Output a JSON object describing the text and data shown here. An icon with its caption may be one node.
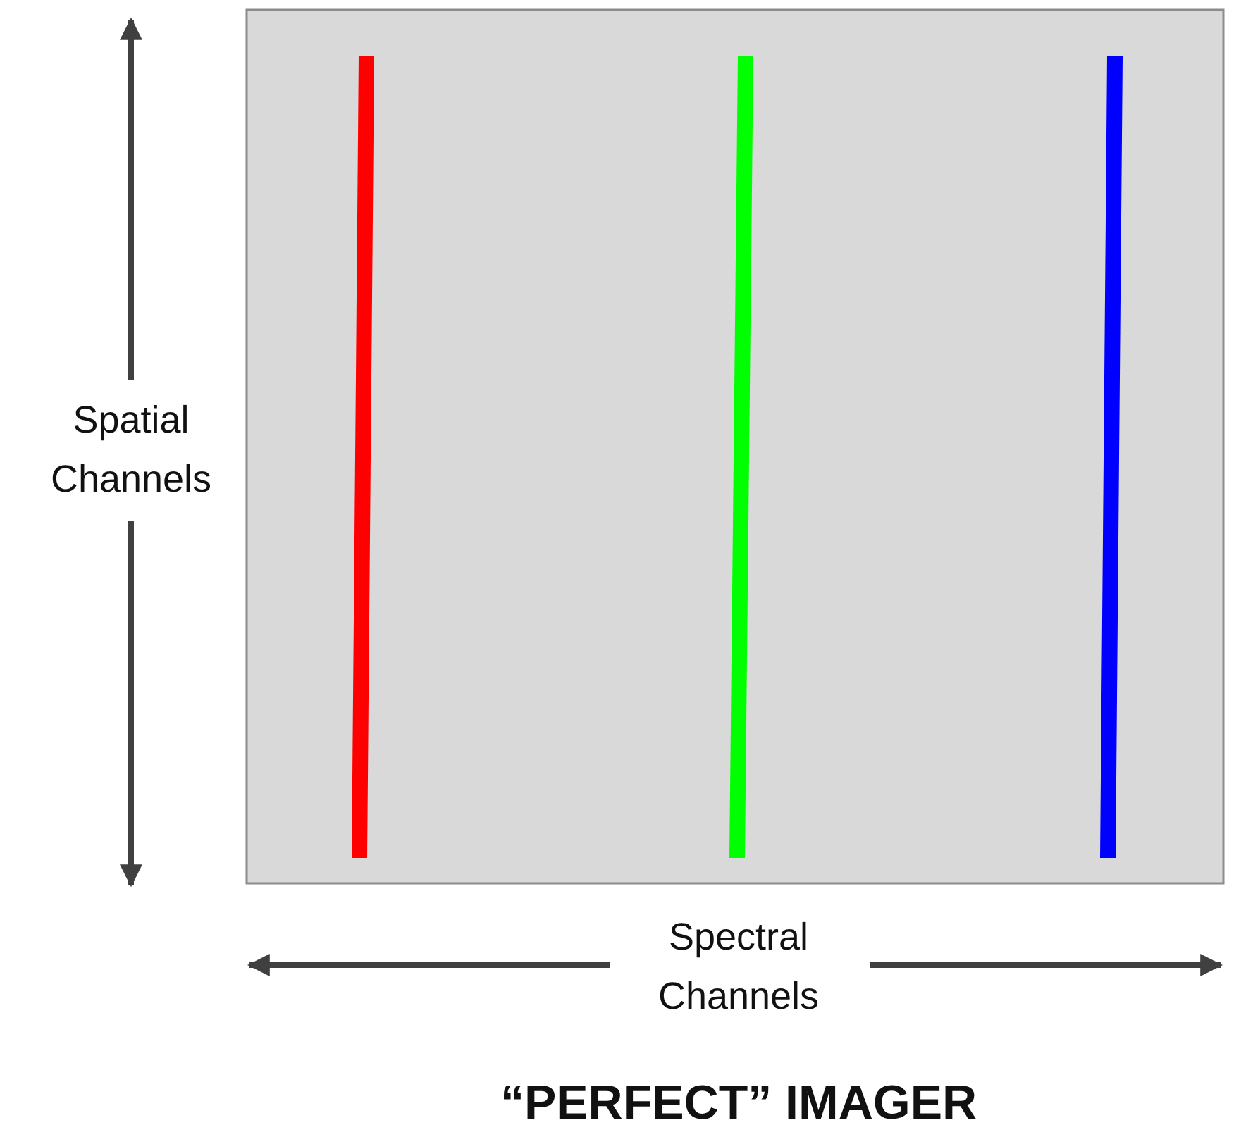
{
  "diagram": {
    "caption": "“PERFECT” IMAGER",
    "labels": [
      "Spatial Channels",
      "Spectral Channels"
    ]
  }
}
